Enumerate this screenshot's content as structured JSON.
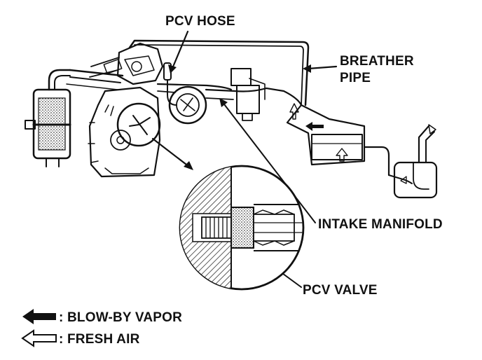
{
  "labels": {
    "pcv_hose": "PCV HOSE",
    "breather_pipe_line1": "BREATHER",
    "breather_pipe_line2": "PIPE",
    "intake_manifold": "INTAKE MANIFOLD",
    "pcv_valve": "PCV VALVE"
  },
  "legend": {
    "blow_by": ": BLOW-BY VAPOR",
    "fresh_air": ": FRESH AIR"
  },
  "icons": {
    "blow_by_arrow": "solid-left-arrow-icon",
    "fresh_air_arrow": "outline-left-arrow-icon"
  }
}
